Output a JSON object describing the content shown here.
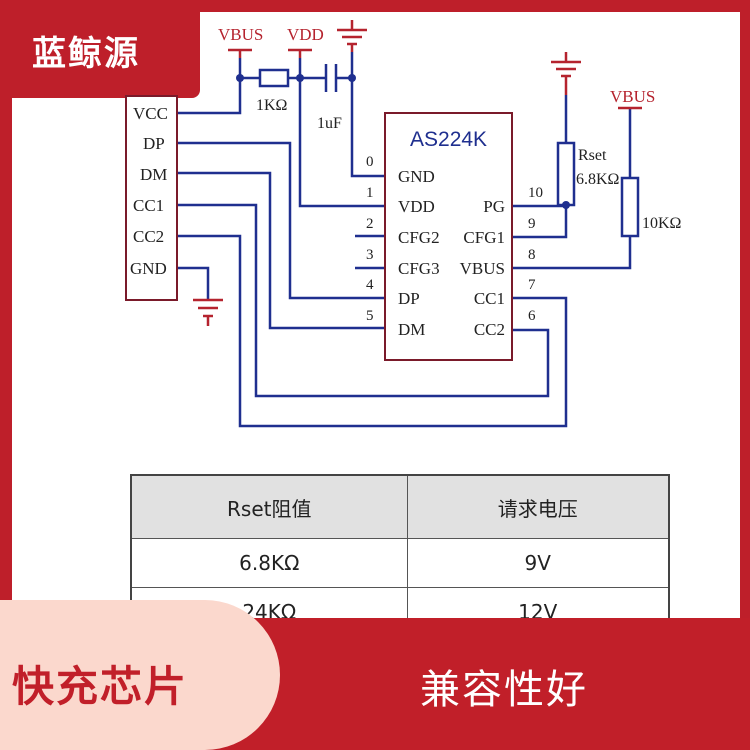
{
  "brand": {
    "name": "蓝鲸源"
  },
  "schematic": {
    "chip_name": "AS224K",
    "connector_pins": [
      "VCC",
      "DP",
      "DM",
      "CC1",
      "CC2",
      "GND"
    ],
    "chip_left_pins": [
      {
        "num": "0",
        "name": "GND"
      },
      {
        "num": "1",
        "name": "VDD"
      },
      {
        "num": "2",
        "name": "CFG2"
      },
      {
        "num": "3",
        "name": "CFG3"
      },
      {
        "num": "4",
        "name": "DP"
      },
      {
        "num": "5",
        "name": "DM"
      }
    ],
    "chip_right_pins": [
      {
        "num": "10",
        "name": "PG"
      },
      {
        "num": "9",
        "name": "CFG1"
      },
      {
        "num": "8",
        "name": "VBUS"
      },
      {
        "num": "7",
        "name": "CC1"
      },
      {
        "num": "6",
        "name": "CC2"
      }
    ],
    "labels": {
      "vbus_left": "VBUS",
      "vdd": "VDD",
      "vbus_right": "VBUS",
      "r1": "1KΩ",
      "cap": "1uF",
      "rset_name": "Rset",
      "rset_value": "6.8KΩ",
      "r_pullup": "10KΩ"
    }
  },
  "table": {
    "headers": [
      "Rset阻值",
      "请求电压"
    ],
    "rows": [
      [
        "6.8KΩ",
        "9V"
      ],
      [
        "24KΩ",
        "12V"
      ]
    ]
  },
  "footer": {
    "left": "快充芯片",
    "right": "兼容性好"
  },
  "colors": {
    "accent": "#be1f2a",
    "pill": "#fbd8cd",
    "wire_blue": "#1f2f8f",
    "chip_border": "#7a1a2a"
  }
}
